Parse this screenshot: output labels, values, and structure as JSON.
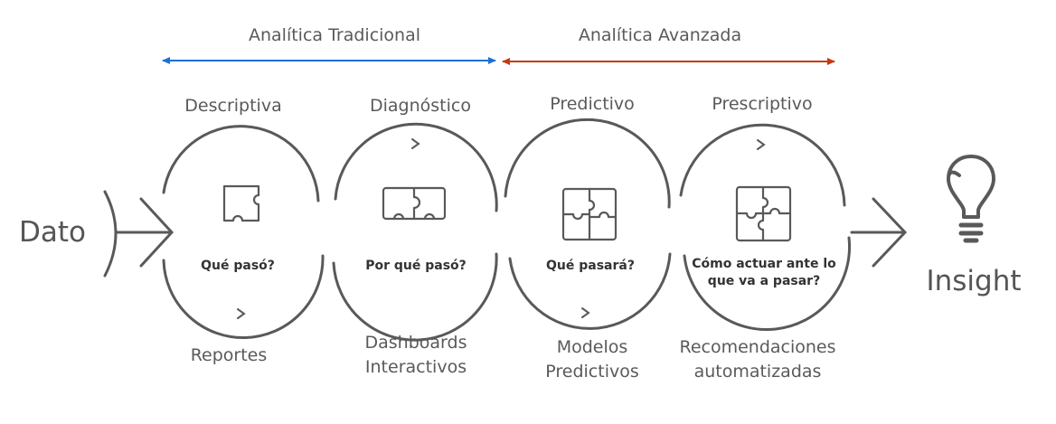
{
  "colors": {
    "traditional_arrow": "#1f6fd6",
    "advanced_arrow": "#c8380e",
    "stroke": "#595959",
    "text": "#5a5a5a",
    "question_text": "#333333"
  },
  "headers": {
    "traditional": "Analítica Tradicional",
    "advanced": "Analítica Avanzada"
  },
  "input": "Dato",
  "output": "Insight",
  "output_icon": "lightbulb-icon",
  "stages": [
    {
      "name": "Descriptiva",
      "question": [
        "Qué pasó?"
      ],
      "result": [
        "Reportes"
      ],
      "icon": "puzzle-one-piece-icon"
    },
    {
      "name": "Diagnóstico",
      "question": [
        "Por qué pasó?"
      ],
      "result": [
        "Dashboards",
        "Interactivos"
      ],
      "icon": "puzzle-two-pieces-icon"
    },
    {
      "name": "Predictivo",
      "question": [
        "Qué pasará?"
      ],
      "result": [
        "Modelos",
        "Predictivos"
      ],
      "icon": "puzzle-three-pieces-icon"
    },
    {
      "name": "Prescriptivo",
      "question": [
        "Cómo actuar ante lo",
        "que va a pasar?"
      ],
      "result": [
        "Recomendaciones",
        "automatizadas"
      ],
      "icon": "puzzle-four-pieces-icon"
    }
  ]
}
